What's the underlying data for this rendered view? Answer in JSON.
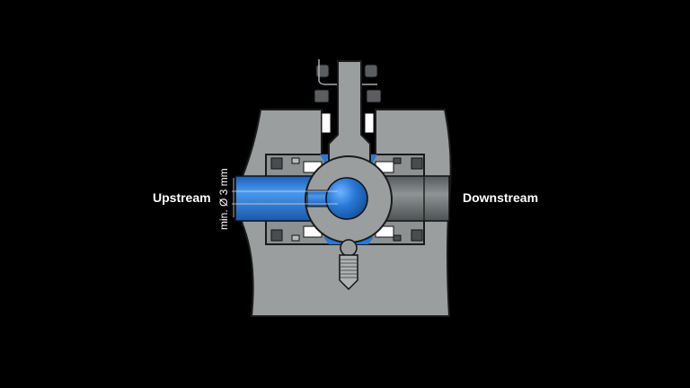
{
  "labels": {
    "upstream": "Upstream",
    "downstream": "Downstream",
    "dimension": "min. Ø 3 mm"
  },
  "colors": {
    "background": "#000000",
    "body": "#9a9e9f",
    "outline": "#1a1a1a",
    "flow_blue": "#2f7fd6",
    "ball_blue": "#1f6fcf",
    "seal_white": "#ffffff",
    "dark_part": "#4a4d4f"
  }
}
